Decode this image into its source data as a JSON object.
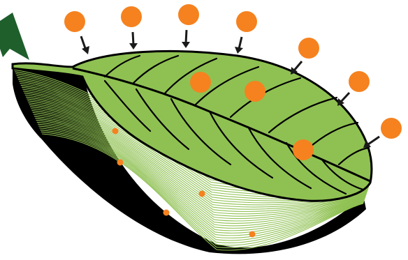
{
  "colors": {
    "leaf_green": "#8fc152",
    "leaf_dark": "#000000",
    "particle_orange": "#f5821f",
    "arrow_dark": "#1a1a1a",
    "entry_arrow_green": "#1e5f2c",
    "background": "#ffffff"
  },
  "icons": {
    "entry_arrow": "entry-arrow-icon",
    "particle": "particle-icon",
    "deposition_arrow": "deposition-arrow-icon"
  },
  "diagram": {
    "layers": [
      "leaf-surface",
      "leaf-cross-section-stack"
    ],
    "incoming_particle_count": 7,
    "surface_particle_count": 3,
    "internal_particle_count": 5
  }
}
